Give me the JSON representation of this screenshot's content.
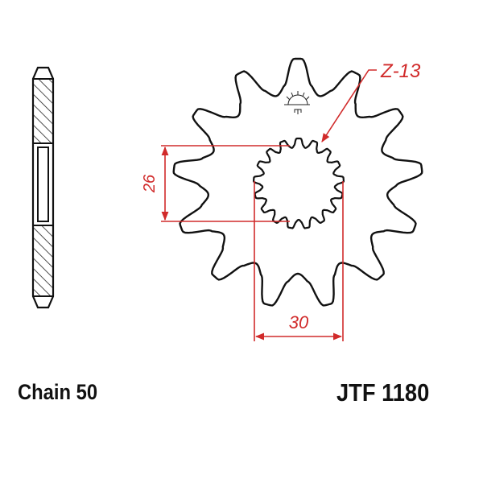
{
  "title": "JTF 1180 front sprocket technical drawing",
  "labels": {
    "chain": "Chain 50",
    "part_number": "JTF 1180"
  },
  "dimensions": {
    "teeth": "Z-13",
    "spline_height": "26",
    "spline_width": "30"
  },
  "sprocket": {
    "tooth_count": 13,
    "spline_count": 17
  },
  "colors": {
    "outline": "#111111",
    "dimension": "#d12b2b",
    "hatch": "#222222"
  }
}
